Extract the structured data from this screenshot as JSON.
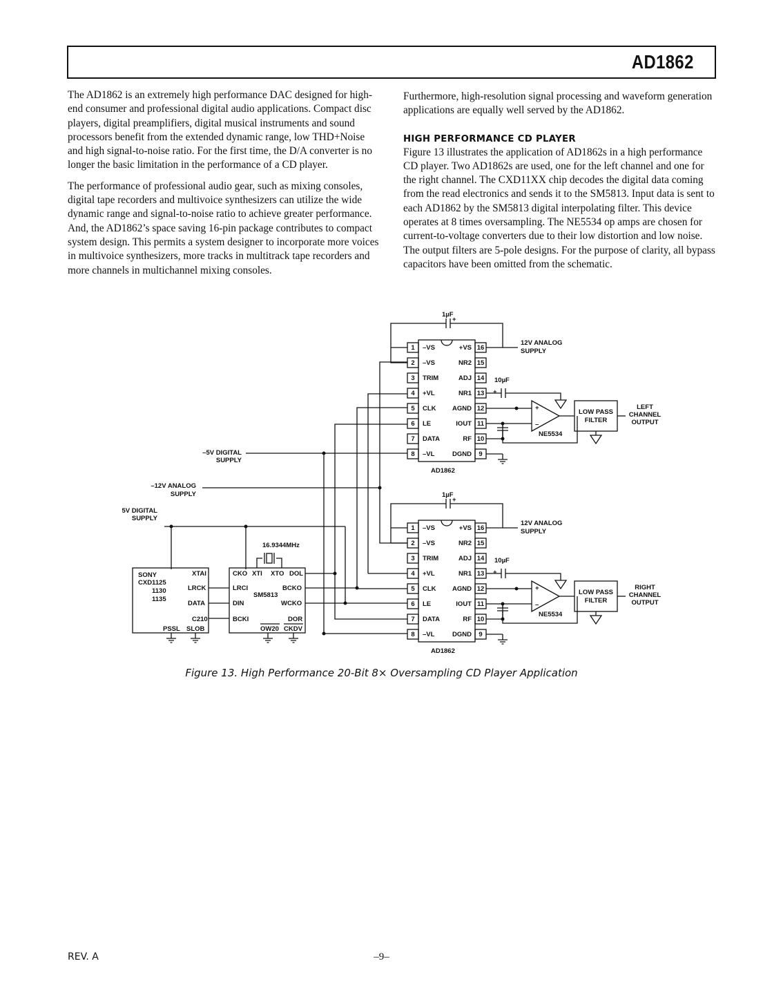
{
  "header": {
    "part_number": "AD1862"
  },
  "left_column": {
    "paragraphs": [
      "The AD1862 is an extremely high performance DAC designed for high-end consumer and professional digital audio applications. Compact disc players, digital preamplifiers, digital musical instruments and sound processors benefit from the extended dynamic range, low THD+Noise and high signal-to-noise ratio. For the first time, the D/A converter is no longer the basic limitation in the performance of a CD player.",
      "The performance of professional audio gear, such as mixing consoles, digital tape recorders and multivoice synthesizers can utilize the wide dynamic range and signal-to-noise ratio to achieve greater performance. And, the AD1862’s space saving 16-pin package contributes to compact system design. This permits a system designer to incorporate more voices in multivoice synthesizers, more tracks in multitrack tape recorders and more channels in multichannel mixing consoles."
    ]
  },
  "right_column": {
    "intro": "Furthermore, high-resolution signal processing and waveform generation applications are equally well served by the AD1862.",
    "section_heading": "HIGH PERFORMANCE CD PLAYER",
    "section_body": "Figure 13 illustrates the application of AD1862s in a high performance CD player. Two AD1862s are used, one for the left channel and one for the right channel. The CXD11XX chip decodes the digital data coming from the read electronics and sends it to the SM5813. Input data is sent to each AD1862 by the SM5813 digital interpolating filter. This device operates at 8 times oversampling. The NE5534 op amps are chosen for current-to-voltage converters due to their low distortion and low noise. The output filters are 5-pole designs. For the purpose of clarity, all bypass capacitors have been omitted from the schematic."
  },
  "schematic": {
    "dac_label": "AD1862",
    "left_pins": [
      {
        "num": "1",
        "name": "–VS"
      },
      {
        "num": "2",
        "name": "–VS"
      },
      {
        "num": "3",
        "name": "TRIM"
      },
      {
        "num": "4",
        "name": "+VL"
      },
      {
        "num": "5",
        "name": "CLK"
      },
      {
        "num": "6",
        "name": "LE"
      },
      {
        "num": "7",
        "name": "DATA"
      },
      {
        "num": "8",
        "name": "–VL"
      }
    ],
    "right_pins": [
      {
        "num": "16",
        "name": "+VS"
      },
      {
        "num": "15",
        "name": "NR2"
      },
      {
        "num": "14",
        "name": "ADJ"
      },
      {
        "num": "13",
        "name": "NR1"
      },
      {
        "num": "12",
        "name": "AGND"
      },
      {
        "num": "11",
        "name": "IOUT"
      },
      {
        "num": "10",
        "name": "RF"
      },
      {
        "num": "9",
        "name": "DGND"
      }
    ],
    "cap_1uf": "1µF",
    "cap_10uf": "10µF",
    "plus": "+",
    "minus": "–",
    "supply_12v_line1": "12V ANALOG",
    "supply_12v_line2": "SUPPLY",
    "opamp": "NE5534",
    "lpf_line1": "LOW PASS",
    "lpf_line2": "FILTER",
    "left_out": [
      "LEFT",
      "CHANNEL",
      "OUTPUT"
    ],
    "right_out": [
      "RIGHT",
      "CHANNEL",
      "OUTPUT"
    ],
    "neg5v": [
      "–5V DIGITAL",
      "SUPPLY"
    ],
    "neg12v": [
      "–12V ANALOG",
      "SUPPLY"
    ],
    "pos5v": [
      "5V DIGITAL",
      "SUPPLY"
    ],
    "sony": {
      "lines": [
        "SONY",
        "CXD1125",
        "1130",
        "1135"
      ],
      "pins": [
        "XTAI",
        "LRCK",
        "DATA",
        "C210",
        "PSSL",
        "SLOB"
      ]
    },
    "sm5813": {
      "name": "SM5813",
      "top": [
        "CKO",
        "XTI",
        "XTO",
        "DOL"
      ],
      "left": [
        "LRCI",
        "DIN",
        "BCKI"
      ],
      "right": [
        "BCKO",
        "WCKO",
        "DOR"
      ],
      "bottom": [
        "OW20",
        "CKDV"
      ]
    },
    "crystal": "16.9344MHz"
  },
  "caption": "Figure 13.  High Performance 20-Bit 8× Oversampling CD Player Application",
  "footer": {
    "rev": "REV. A",
    "page": "–9–"
  }
}
